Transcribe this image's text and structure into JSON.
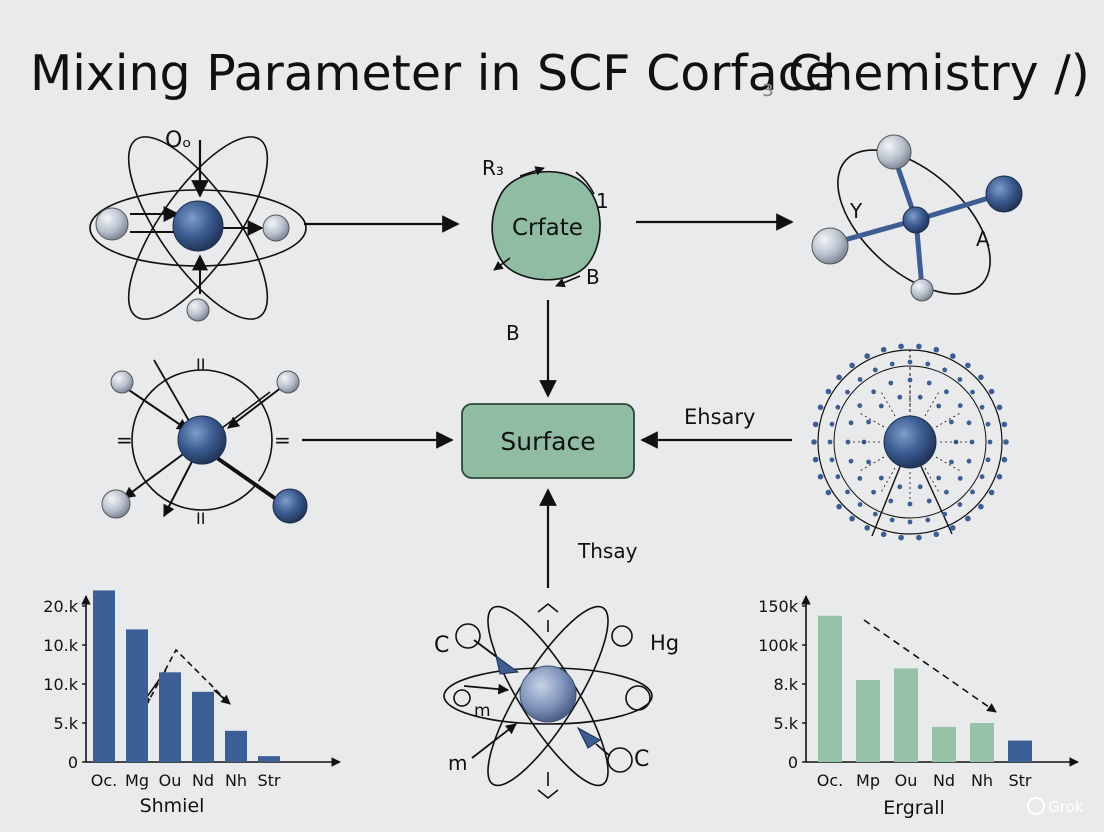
{
  "title": "Mixing Parameter in SCF Corface",
  "title_tail": "Chemistry /)",
  "title_scribble": "з",
  "watermark": "Grok",
  "colors": {
    "background": "#e9eaec",
    "atom_blue": "#3d5d93",
    "atom_gray": "#b8c0cc",
    "box_green": "#8fbca3",
    "bar_blue": "#3c5f96",
    "bar_green": "#94c3a7",
    "line": "#111111"
  },
  "nodes": {
    "top_atom": {
      "label": "Oₒ"
    },
    "crfate_blob": {
      "label": "Crfate",
      "tag_r": "R₃",
      "tag_one": "1",
      "tag_b": "B"
    },
    "molecule_right": {
      "label_y": "Y",
      "label_a": "A"
    },
    "left_cross": {
      "label_top": "II",
      "label_bottom": "II",
      "label_left": "=",
      "label_right": "="
    },
    "surface": {
      "label": "Surface"
    },
    "bottom_atom": {
      "label_c_left": "C",
      "label_hg": "Hg",
      "label_m_in": "m",
      "label_m_out": "m",
      "label_c_right": "C"
    }
  },
  "edge_labels": {
    "top_to_surface": "B",
    "right_to_surface": "Ehsary",
    "bottom_to_surface": "Thsay"
  },
  "chart_data": [
    {
      "type": "bar",
      "title": "",
      "xlabel": "Shmiel",
      "ylabel": "",
      "categories": [
        "Oc.",
        "Mg",
        "Ou",
        "Nd",
        "Nh",
        "Str"
      ],
      "values": [
        4.4,
        3.4,
        2.3,
        1.8,
        0.8,
        0.15
      ],
      "yticks": [
        "0",
        "5.k",
        "10.k",
        "10.k",
        "20.k"
      ],
      "color": "#3c5f96",
      "annotation": "dashed zigzag arrow from Mg to Nd"
    },
    {
      "type": "bar",
      "title": "",
      "xlabel": "Ergrall",
      "ylabel": "",
      "categories": [
        "Oc.",
        "Mp",
        "Ou",
        "Nd",
        "Nh",
        "Str"
      ],
      "values": [
        3.75,
        2.1,
        2.4,
        0.9,
        1.0,
        0.55
      ],
      "yticks": [
        "0",
        "5.k",
        "8.k",
        "100k",
        "150k"
      ],
      "colors": [
        "#94c3a7",
        "#94c3a7",
        "#94c3a7",
        "#94c3a7",
        "#94c3a7",
        "#3c5f96"
      ],
      "annotation": "dashed arrow from Oc. toward Nh"
    }
  ]
}
